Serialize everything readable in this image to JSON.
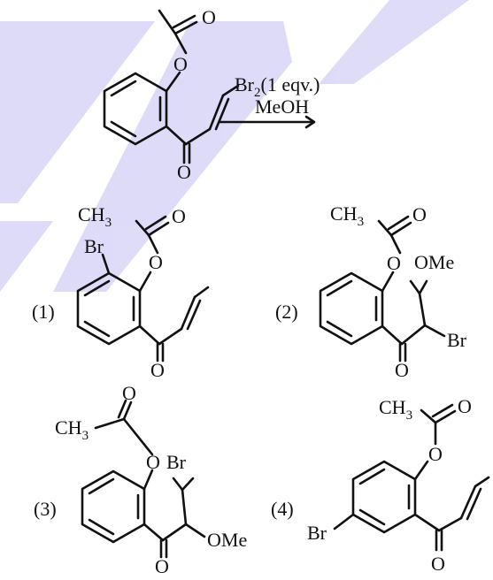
{
  "reaction": {
    "reagent_parts": [
      "Br",
      "2",
      "(1 eqv.)"
    ],
    "solvent": "MeOH"
  },
  "atoms": {
    "oxygen": "O",
    "ch3": [
      "CH",
      "3"
    ],
    "bromine": "Br",
    "methoxy": "OMe"
  },
  "options": [
    {
      "label": "(1)"
    },
    {
      "label": "(2)"
    },
    {
      "label": "(3)"
    },
    {
      "label": "(4)"
    }
  ],
  "colors": {
    "watermark": "#4b3bd9",
    "ink": "#111111"
  }
}
